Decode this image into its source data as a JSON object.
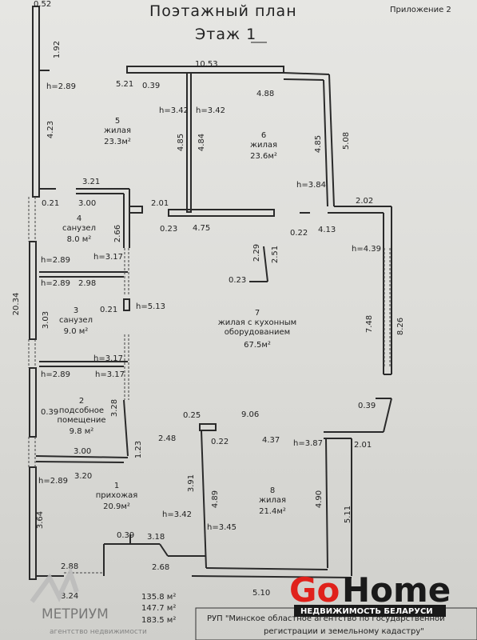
{
  "header": {
    "title": "Поэтажный план",
    "floor": "Этаж 1",
    "appendix": "Приложение 2"
  },
  "rooms": [
    {
      "num": "5",
      "type": "жилая",
      "area": "23.3м²"
    },
    {
      "num": "6",
      "type": "жилая",
      "area": "23.6м²"
    },
    {
      "num": "4",
      "type": "санузел",
      "area": "8.0 м²"
    },
    {
      "num": "3",
      "type": "санузел",
      "area": "9.0 м²"
    },
    {
      "num": "7",
      "type": "жилая с кухонным",
      "type2": "оборудованием",
      "area": "67.5м²"
    },
    {
      "num": "2",
      "type": "подсобное",
      "type2": "помещение",
      "area": "9.8 м²"
    },
    {
      "num": "1",
      "type": "прихожая",
      "area": "20.9м²"
    },
    {
      "num": "8",
      "type": "жилая",
      "area": "21.4м²"
    }
  ],
  "dimensions": {
    "d052": "0.52",
    "d192": "1.92",
    "d1053": "10.53",
    "h289a": "h=2.89",
    "d521": "5.21",
    "d039a": "0.39",
    "d488": "4.88",
    "h342a": "h=3.42",
    "h342b": "h=3.42",
    "d423": "4.23",
    "d485a": "4.85",
    "d484": "4.84",
    "d485b": "4.85",
    "d508": "5.08",
    "h384": "h=3.84",
    "d321": "3.21",
    "d300a": "3.00",
    "d021a": "0.21",
    "d201a": "2.01",
    "d202": "2.02",
    "d266": "2.66",
    "d023a": "0.23",
    "d475": "4.75",
    "d022a": "0.22",
    "d413": "4.13",
    "h439": "h=4.39",
    "d229": "2.29",
    "d251": "2.51",
    "h289b": "h=2.89",
    "h317a": "h=3.17",
    "d2034": "20.34",
    "d023b": "0.23",
    "h289c": "h=2.89",
    "d298": "2.98",
    "d303": "3.03",
    "d021b": "0.21",
    "h513": "h=5.13",
    "d748": "7.48",
    "d826": "8.26",
    "h317b": "h=3.17",
    "h289d": "h=2.89",
    "h317c": "h=3.17",
    "d039b": "0.39",
    "d328": "3.28",
    "d025": "0.25",
    "d906": "9.06",
    "d039c": "0.39",
    "d248": "2.48",
    "d022b": "0.22",
    "d437": "4.37",
    "h387": "h=3.87",
    "d201b": "2.01",
    "d300b": "3.00",
    "d123": "1.23",
    "h289e": "h=2.89",
    "d320": "3.20",
    "d391": "3.91",
    "d489": "4.89",
    "d490": "4.90",
    "d364": "3.64",
    "h342c": "h=3.42",
    "h345": "h=3.45",
    "d511": "5.11",
    "d039d": "0.39",
    "d318": "3.18",
    "d268": "2.68",
    "d288": "2.88",
    "d324": "3.24",
    "d510": "5.10"
  },
  "totals": [
    "135.8 м²",
    "147.7 м²",
    "183.5 м²"
  ],
  "footer": {
    "org_line1": "РУП \"Минское областное агентство по государственной",
    "org_line2": "регистрации и земельному кадастру\""
  },
  "watermarks": {
    "metrium_name": "МЕТРИУМ",
    "metrium_sub": "агентство недвижимости",
    "gohome_go": "Go",
    "gohome_home": "Home",
    "gohome_sub": "НЕДВИЖИМОСТЬ БЕЛАРУСИ"
  },
  "colors": {
    "paper": "#e2e2df",
    "ink": "#222222",
    "gohome_red": "#e0211b",
    "gohome_dark": "#1a1a1a"
  }
}
